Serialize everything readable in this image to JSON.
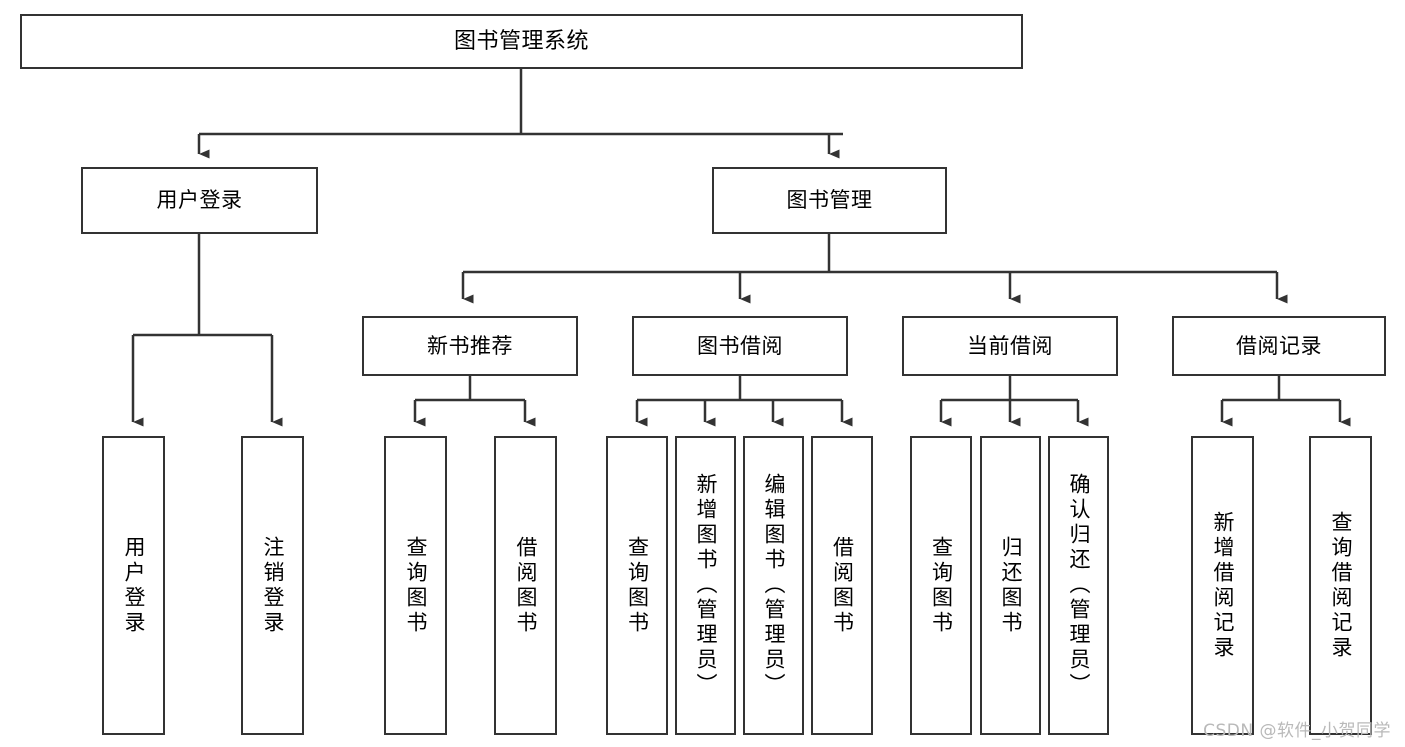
{
  "diagram": {
    "title": "图书管理系统",
    "type": "hierarchy-tree",
    "root": {
      "id": "root",
      "label": "图书管理系统"
    },
    "level2": [
      {
        "id": "user-login",
        "label": "用户登录"
      },
      {
        "id": "book-manage",
        "label": "图书管理"
      }
    ],
    "level3": [
      {
        "id": "new-book-recommend",
        "label": "新书推荐"
      },
      {
        "id": "book-borrow",
        "label": "图书借阅"
      },
      {
        "id": "current-borrow",
        "label": "当前借阅"
      },
      {
        "id": "borrow-record",
        "label": "借阅记录"
      }
    ],
    "leaves": {
      "user_login": [
        {
          "id": "leaf-user-login",
          "label": "用户登录"
        },
        {
          "id": "leaf-user-logout",
          "label": "注销登录"
        }
      ],
      "new_book_recommend": [
        {
          "id": "leaf-query-book-1",
          "label": "查询图书"
        },
        {
          "id": "leaf-borrow-book-1",
          "label": "借阅图书"
        }
      ],
      "book_borrow": [
        {
          "id": "leaf-query-book-2",
          "label": "查询图书"
        },
        {
          "id": "leaf-add-book",
          "label": "新增图书（管理员）"
        },
        {
          "id": "leaf-edit-book",
          "label": "编辑图书（管理员）"
        },
        {
          "id": "leaf-borrow-book-2",
          "label": "借阅图书"
        }
      ],
      "current_borrow": [
        {
          "id": "leaf-query-book-3",
          "label": "查询图书"
        },
        {
          "id": "leaf-return-book",
          "label": "归还图书"
        },
        {
          "id": "leaf-confirm-return",
          "label": "确认归还（管理员）"
        }
      ],
      "borrow_record": [
        {
          "id": "leaf-add-record",
          "label": "新增借阅记录"
        },
        {
          "id": "leaf-query-record",
          "label": "查询借阅记录"
        }
      ]
    }
  },
  "watermark": {
    "text": "CSDN @软件_小贺同学"
  },
  "colors": {
    "border": "#333333",
    "background": "#ffffff",
    "text": "#000000",
    "watermark": "#b9b9b9"
  }
}
